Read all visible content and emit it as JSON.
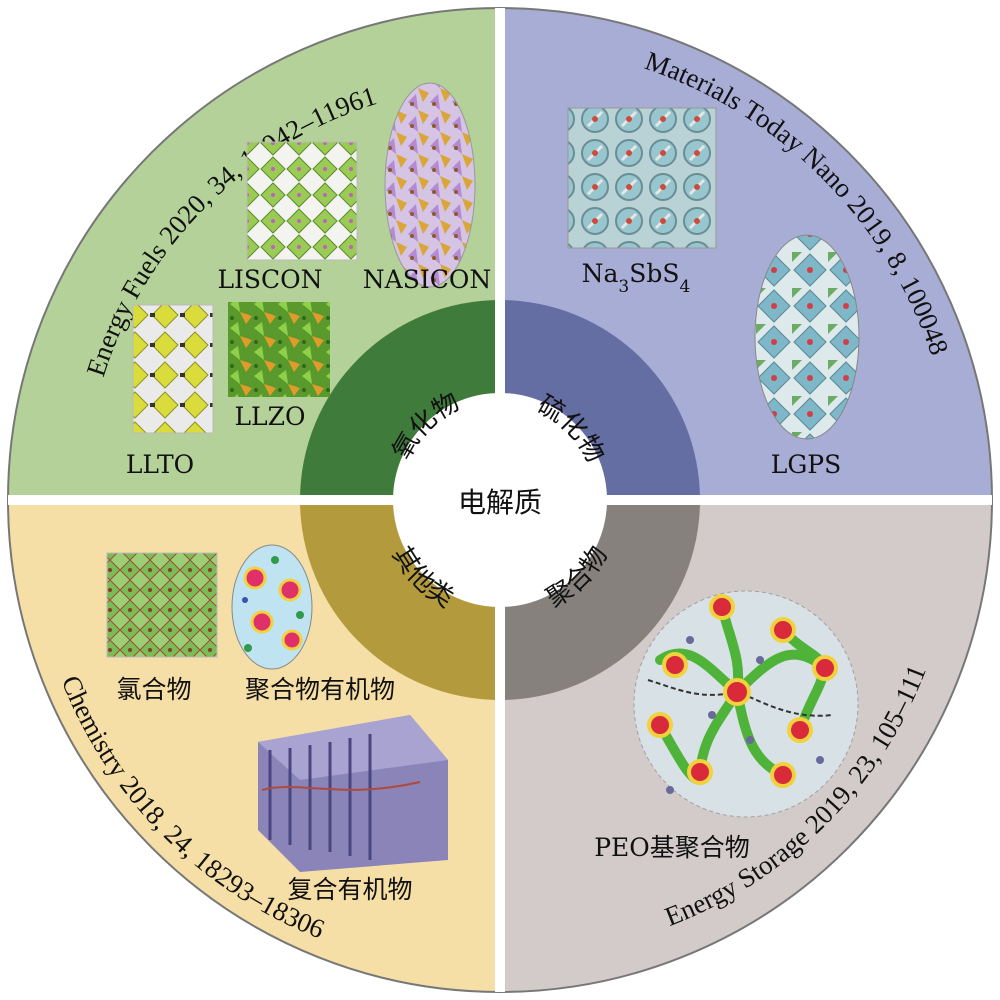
{
  "center": {
    "label": "电解质"
  },
  "categories": {
    "oxide": "氧化物",
    "sulfide": "硫化物",
    "polymer": "聚合物",
    "other": "其他类"
  },
  "quadrants": {
    "oxide": {
      "citation": "Energy Fuels 2020, 34, 11942–11961",
      "materials": {
        "liscon": "LISCON",
        "nasicon": "NASICON",
        "llto": "LLTO",
        "llzo": "LLZO"
      }
    },
    "sulfide": {
      "citation": "Materials Today Nano 2019, 8, 100048",
      "materials": {
        "nasbs_base1": "Na",
        "nasbs_sub1": "3",
        "nasbs_base2": "SbS",
        "nasbs_sub2": "4",
        "lgps": "LGPS"
      }
    },
    "polymer": {
      "citation": "Energy Storage 2019, 23, 105–111",
      "materials": {
        "peo": "PEO基聚合物"
      }
    },
    "other": {
      "citation": "Chemistry 2018, 24, 18293–18306",
      "materials": {
        "chloride": "氯合物",
        "polymer_organic": "聚合物有机物",
        "composite": "复合有机物"
      }
    }
  },
  "colors": {
    "oxide_bg": "#b3d199",
    "sulfide_bg": "#a7add4",
    "polymer_bg": "#d3cbca",
    "other_bg": "#f5dfa6",
    "oxide_ring": "#3f7b3a",
    "sulfide_ring": "#646ea3",
    "polymer_ring": "#86817d",
    "other_ring": "#b39a3c"
  }
}
